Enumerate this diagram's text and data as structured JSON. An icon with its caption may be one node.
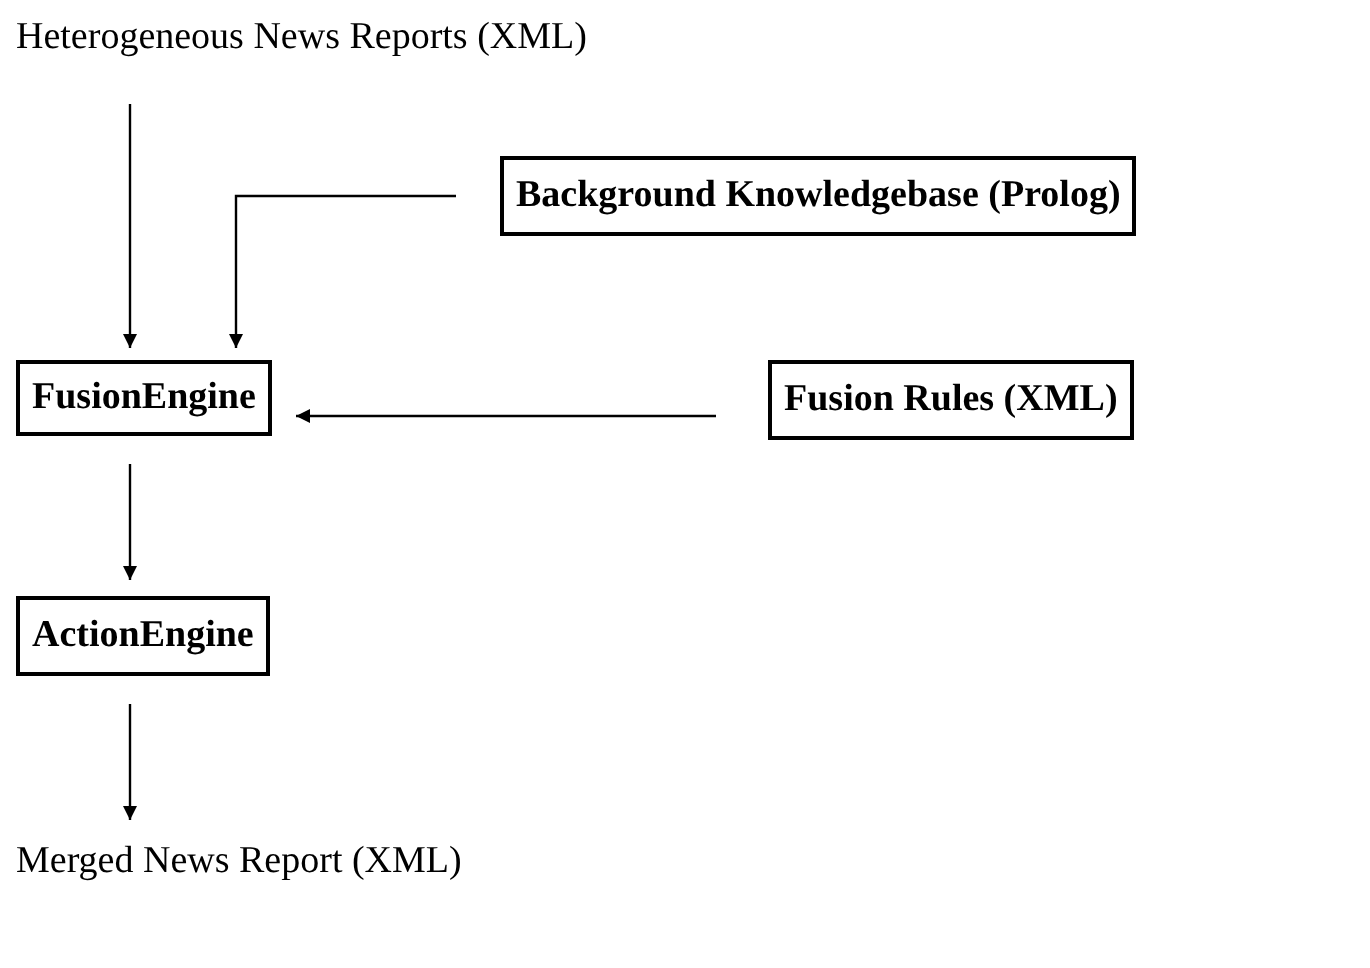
{
  "diagram": {
    "nodes": [
      {
        "text": [
          "Heterogeneous News Reports (XML)"
        ]
      },
      {
        "text": [
          "Background Knowledgebase (Prolog)"
        ]
      },
      {
        "text": [
          "FusionEngine"
        ]
      },
      {
        "text": [
          "Fusion Rules (XML)"
        ]
      },
      {
        "text": [
          "ActionEngine"
        ]
      },
      {
        "text": [
          "Merged News Report (XML)"
        ]
      }
    ],
    "edges": [
      {
        "from": 0,
        "to": 2,
        "arrow": "to"
      },
      {
        "from": 1,
        "to": 2,
        "arrow": "to"
      },
      {
        "from": 3,
        "to": 2,
        "arrow": "to"
      },
      {
        "from": 2,
        "to": 4,
        "arrow": "to"
      },
      {
        "from": 4,
        "to": 5,
        "arrow": "to"
      }
    ]
  }
}
